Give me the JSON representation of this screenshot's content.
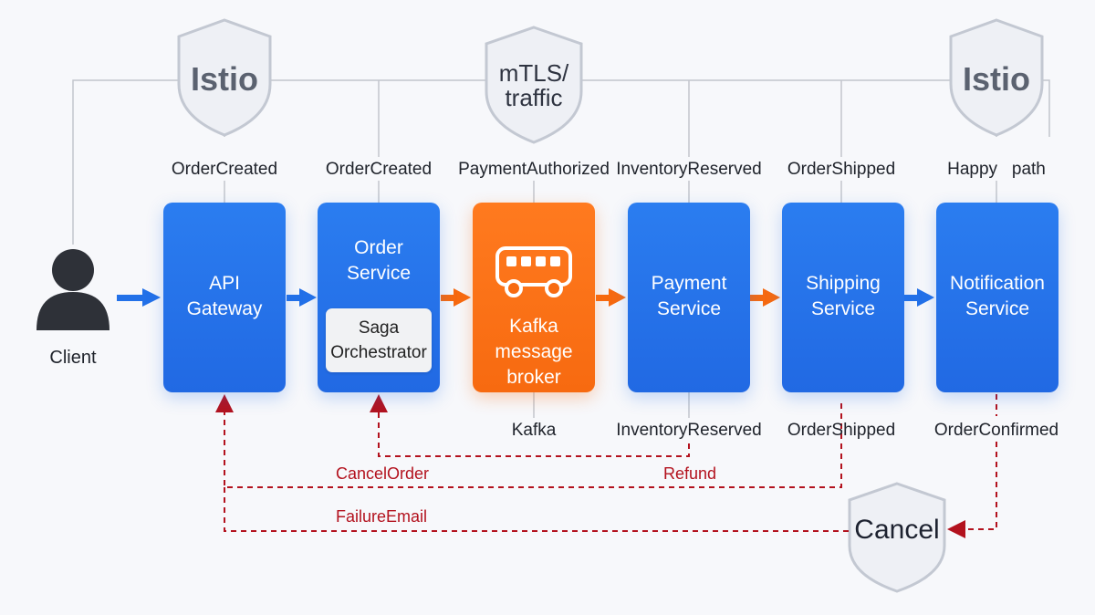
{
  "shields": [
    {
      "id": "istio-left",
      "label": "Istio"
    },
    {
      "id": "mtls",
      "label": "mTLS/\ntraffic"
    },
    {
      "id": "istio-right",
      "label": "Istio"
    },
    {
      "id": "cancel",
      "label": "Cancel"
    }
  ],
  "client": {
    "label": "Client"
  },
  "top_events": [
    "OrderCreated",
    "OrderCreated",
    "PaymentAuthorized",
    "InventoryReserved",
    "OrderShipped",
    "Happy   path"
  ],
  "bottom_events": [
    "Kafka",
    "InventoryReserved",
    "OrderShipped",
    "OrderConfirmed"
  ],
  "nodes": [
    {
      "id": "api-gateway",
      "label": "API\nGateway"
    },
    {
      "id": "order-service",
      "label": "Order\nService",
      "inner": "Saga\nOrchestrator"
    },
    {
      "id": "kafka",
      "label": "Kafka message\nbroker"
    },
    {
      "id": "payment-service",
      "label": "Payment\nService"
    },
    {
      "id": "shipping-service",
      "label": "Shipping\nService"
    },
    {
      "id": "notification-service",
      "label": "Notification\nService"
    }
  ],
  "compensations": {
    "cancel_order": "CancelOrder",
    "refund": "Refund",
    "failure_email": "FailureEmail"
  },
  "colors": {
    "blue": "#2371e8",
    "orange": "#f76a10",
    "red": "#b3121e",
    "line": "#c2c6cd",
    "shield_fill": "#eef0f5",
    "shield_stroke": "#c3c8d2"
  }
}
